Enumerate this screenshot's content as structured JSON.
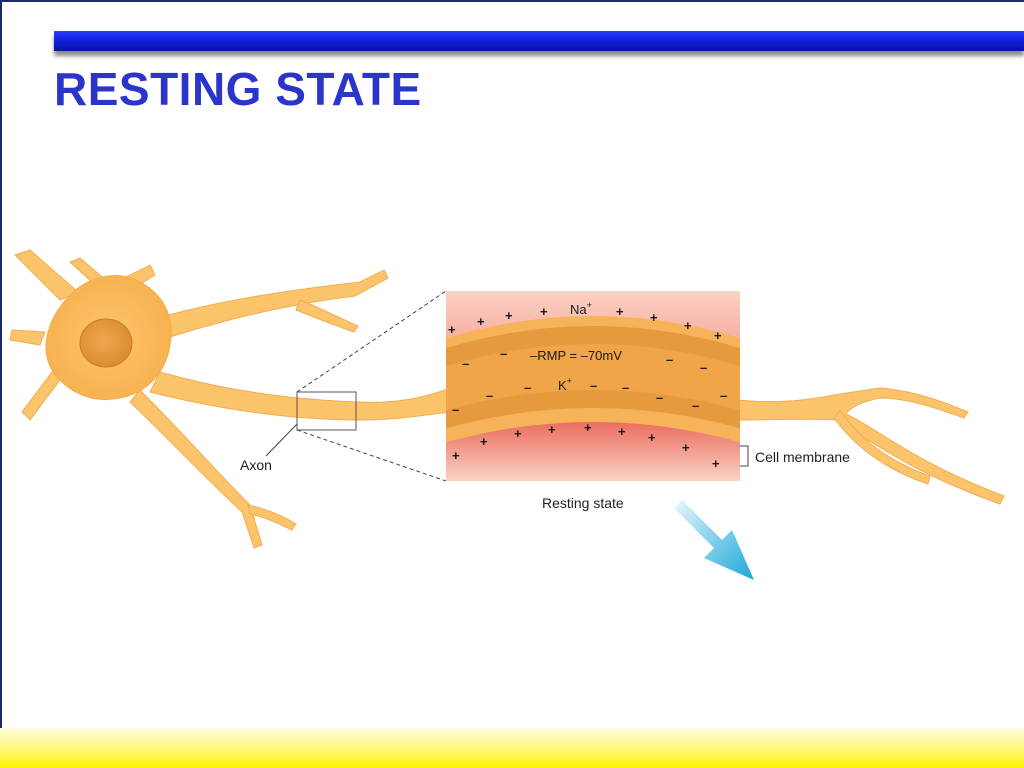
{
  "slide": {
    "title": "RESTING STATE"
  },
  "diagram": {
    "axon_label": "Axon",
    "cell_membrane_label": "Cell membrane",
    "caption": "Resting state",
    "inset": {
      "extracellular_ion": "Na",
      "extracellular_ion_charge": "+",
      "rmp_text": "–RMP = –70mV",
      "intracellular_ion": "K",
      "intracellular_ion_charge": "+",
      "positive_sign": "+",
      "negative_sign": "–"
    }
  },
  "colors": {
    "title_text": "#2b35c9",
    "title_bar": "#0f1fd6",
    "neuron": "#fcc46a",
    "membrane": "#e69a3e",
    "extracellular": "#e04a3c",
    "arrow": "#1aa7d9",
    "footer": "#fff200"
  },
  "icons": {
    "direction_arrow": "arrow-down-right-icon"
  }
}
